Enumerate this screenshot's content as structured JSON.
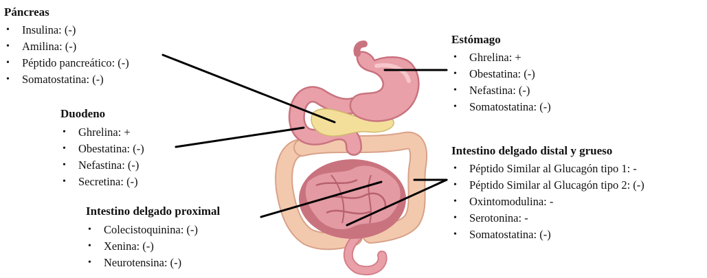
{
  "groups": {
    "pancreas": {
      "title": "Páncreas",
      "items": [
        "Insulina: (-)",
        "Amilina: (-)",
        "Péptido pancreático: (-)",
        "Somatostatina: (-)"
      ]
    },
    "duodeno": {
      "title": "Duodeno",
      "items": [
        "Ghrelina: +",
        "Obestatina: (-)",
        "Nefastina: (-)",
        "Secretina: (-)"
      ]
    },
    "proximal": {
      "title": "Intestino delgado proximal",
      "items": [
        "Colecistoquinina: (-)",
        "Xenina: (-)",
        "Neurotensina: (-)"
      ]
    },
    "estomago": {
      "title": "Estómago",
      "items": [
        "Ghrelina: +",
        "Obestatina: (-)",
        "Nefastina: (-)",
        "Somatostatina: (-)"
      ]
    },
    "distal": {
      "title": "Intestino delgado distal y grueso",
      "items": [
        "Péptido Similar al Glucagón tipo 1: -",
        "Péptido Similar al Glucagón tipo 2: (-)",
        "Oxintomodulina: -",
        "Serotonina: -",
        "Somatostatina: (-)"
      ]
    }
  },
  "colors": {
    "organ_pink": "#e9a0a8",
    "organ_dark": "#c9737f",
    "pancreas_yellow": "#f3df9a",
    "colon": "#f3c9ae",
    "leader_line": "#000000"
  }
}
